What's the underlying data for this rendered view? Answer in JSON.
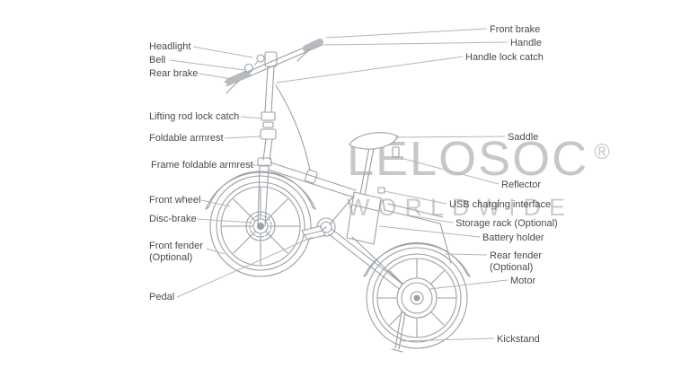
{
  "diagram": {
    "watermark": {
      "brand": "LELOSOC",
      "mark": "®",
      "subtext": "WORLDWIDE"
    },
    "labels": {
      "headlight": "Headlight",
      "bell": "Bell",
      "rear_brake": "Rear brake",
      "lifting_rod_lock_catch": "Lifting rod lock catch",
      "foldable_armrest": "Foldable armrest",
      "frame_foldable_armrest": "Frame foldable armrest",
      "front_wheel": "Front wheel",
      "disc_brake": "Disc-brake",
      "front_fender": "Front fender\n(Optional)",
      "pedal": "Pedal",
      "front_brake": "Front brake",
      "handle": "Handle",
      "handle_lock_catch": "Handle lock catch",
      "saddle": "Saddle",
      "reflector": "Reflector",
      "usb_charging_interface": "USB charging interface",
      "storage_rack": "Storage rack (Optional)",
      "battery_holder": "Battery holder",
      "rear_fender": "Rear fender\n(Optional)",
      "motor": "Motor",
      "kickstand": "Kickstand"
    }
  }
}
